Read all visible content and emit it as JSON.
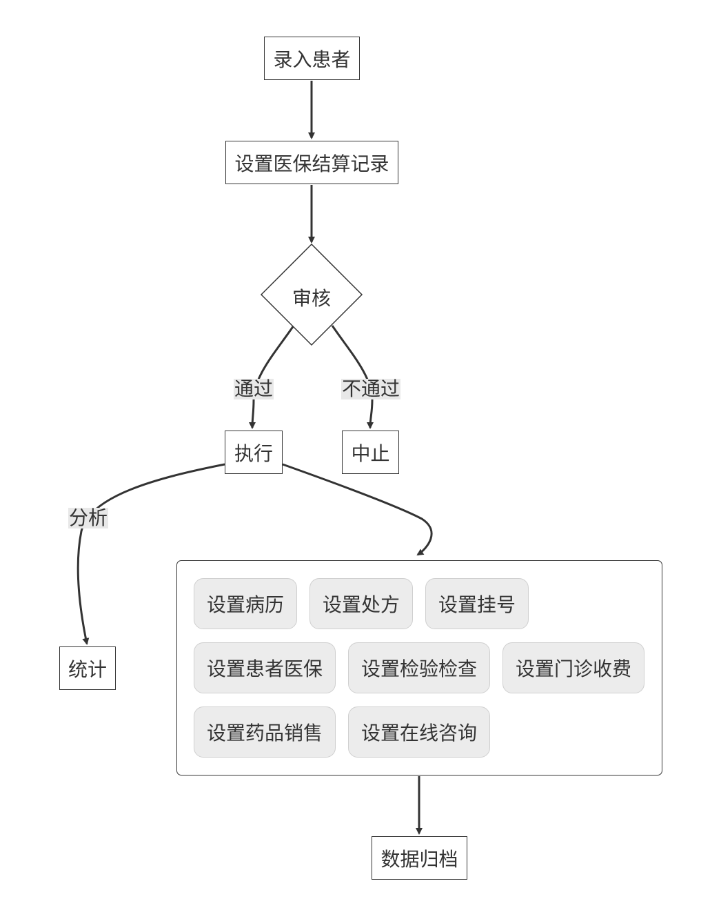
{
  "nodes": {
    "enter_patient": "录入患者",
    "set_insurance_settlement": "设置医保结算记录",
    "review": "审核",
    "execute": "执行",
    "abort": "中止",
    "statistics": "统计",
    "archive": "数据归档"
  },
  "edge_labels": {
    "pass": "通过",
    "fail": "不通过",
    "analyze": "分析"
  },
  "group_items": [
    "设置病历",
    "设置处方",
    "设置挂号",
    "设置患者医保",
    "设置检验检查",
    "设置门诊收费",
    "设置药品销售",
    "设置在线咨询"
  ],
  "colors": {
    "stroke": "#333333",
    "label_bg": "#e8e8e8",
    "chip_bg": "#ececec"
  }
}
